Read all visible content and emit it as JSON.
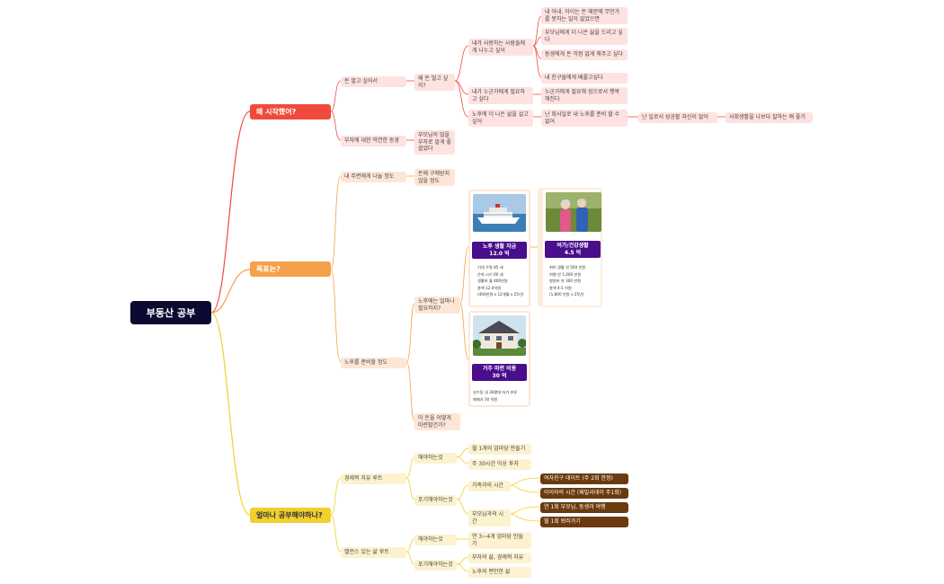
{
  "root": "부동산 공부",
  "branches": {
    "why": "왜 시작했어?",
    "goal": "목표는?",
    "how": "얼마나 공부해야하나?"
  },
  "why": {
    "money": "돈 벌고 싶어서",
    "why_money": "왜 돈 벌고 싶지?",
    "share": "내가 사랑하는 사람들에게 나누고 싶어",
    "share_items": [
      "내 아내, 아이는 돈 때문에 무언가를 못하는 일이 없었으면",
      "부모님에게 더 나은 삶을 드리고 싶다",
      "동생에게 돈 걱정 없게 해주고 싶다",
      "내 친구들에게 베풀고싶다"
    ],
    "needed": "내가 누군가에게 필요하고 싶다",
    "needed_item": "누군가에게 필요해 짐으로서 행복해진다",
    "better": "노후에 더 나은 삶을 살고 싶어",
    "better_1": "난 회사일로 내 노후를 준비 할 수 없어",
    "better_2": "난 일로서 성공할 자신이 없어",
    "better_3": "사회생활을 나보다 잘하는 애 좋기",
    "anxiety": "부자에 대한 막연한 동경",
    "anxiety_item": "부모님의 많을 부자로 말게 좋 쉽었다"
  },
  "goal": {
    "around": "내 주변에게 나눌 정도",
    "around_item": "돈에 구애받지 않을 정도",
    "retire": "노후를 준비할 정도",
    "how_much": "노후에는 얼마나 필요하지?",
    "how_get": "이 돈을 어떻게 마련할건가?",
    "card1": {
      "title": "노후 생활 자금\n12.0 억",
      "detail": "기대 수명 85 세\n은퇴 시기 60 세\n생활비 월 400만원\n총액 12.0억원\n(400만원 x 12개월 x 25년)"
    },
    "card2": {
      "title": "여가/건강생활\n4.5 억",
      "detail": "취미 생활 연 500 만원\n여행 연 1,000 만원\n병원비 연 300 만원\n총액 4.5 억원\n(1,800 만원 x 25년)"
    },
    "card3": {
      "title": "거주 마련 비용\n30 억",
      "detail": "성수동 내 30평대 자가 보유\n매매가 30 억원"
    }
  },
  "how": {
    "econ": "경제적 자유 루트",
    "econ_do": "해야하는것",
    "econ_do_items": [
      "월 1개의 업마당 만들기",
      "주 30시간 이상 투자"
    ],
    "econ_give": "포기해야하는것",
    "family": "가족과의 시간",
    "family_items": [
      "여자친구 데이트 (주 2회 한정)",
      "아이와의 시간 (패밀리데이 주1회)"
    ],
    "parents": "부모님과의 시간",
    "parents_items": [
      "연 1회 부모님, 동생과 여행",
      "월 1회 뵈러가기"
    ],
    "balance": "밸런스 있는 삶 루트",
    "bal_do": "해야하는것",
    "bal_do_item": "연 3~4개 업마당 만들기",
    "bal_give": "포기해야하는것",
    "bal_give_items": [
      "부자의 삶, 경제적 자유",
      "노후의 편안한 삶"
    ]
  },
  "colors": {
    "root": "#0b0a32",
    "why": "#f04a3c",
    "goal": "#f5a04a",
    "how": "#f1cf2e",
    "purple": "#4a0d8c",
    "brown": "#6b3a0e"
  }
}
